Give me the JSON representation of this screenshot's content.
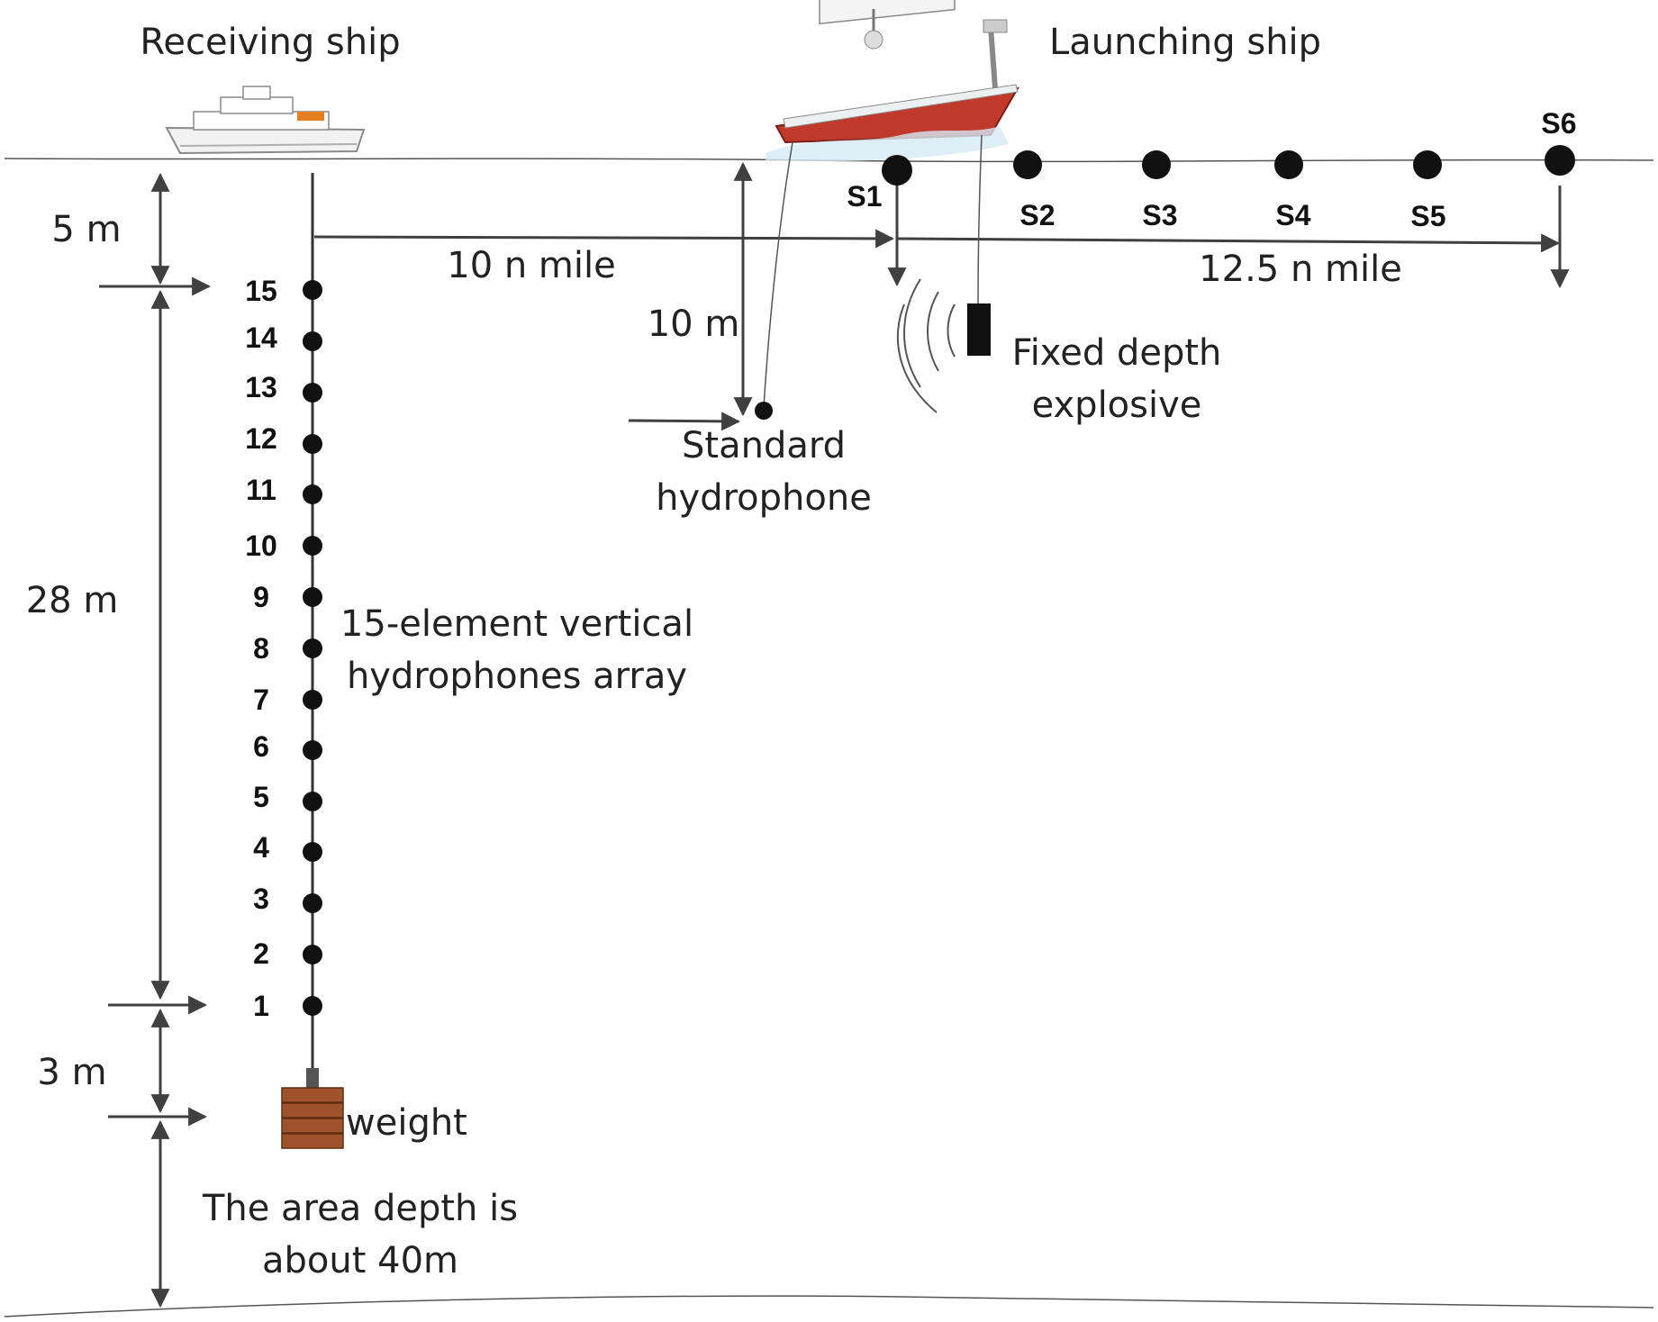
{
  "labels": {
    "receiving_ship": "Receiving ship",
    "launching_ship": "Launching ship",
    "dist_horizontal": "10 n mile",
    "dist_sources": "12.5 n mile",
    "depth_hydrophone": "10 m",
    "depth_top": "5 m",
    "array_span": "28 m",
    "bottom_gap": "3 m",
    "standard_hydrophone_1": "Standard",
    "standard_hydrophone_2": "hydrophone",
    "explosive_1": "Fixed depth",
    "explosive_2": "explosive",
    "array_1": "15-element vertical",
    "array_2": "hydrophones array",
    "weight": "weight",
    "area_depth_1": "The area depth is",
    "area_depth_2": "about 40m"
  },
  "elements": [
    "15",
    "14",
    "13",
    "12",
    "11",
    "10",
    "9",
    "8",
    "7",
    "6",
    "5",
    "4",
    "3",
    "2",
    "1"
  ],
  "sources": [
    "S1",
    "S2",
    "S3",
    "S4",
    "S5",
    "S6"
  ],
  "colors": {
    "ink": "#222222",
    "arrow": "#404040",
    "weight": "#a0522d",
    "ship_hull": "#c0392b"
  }
}
